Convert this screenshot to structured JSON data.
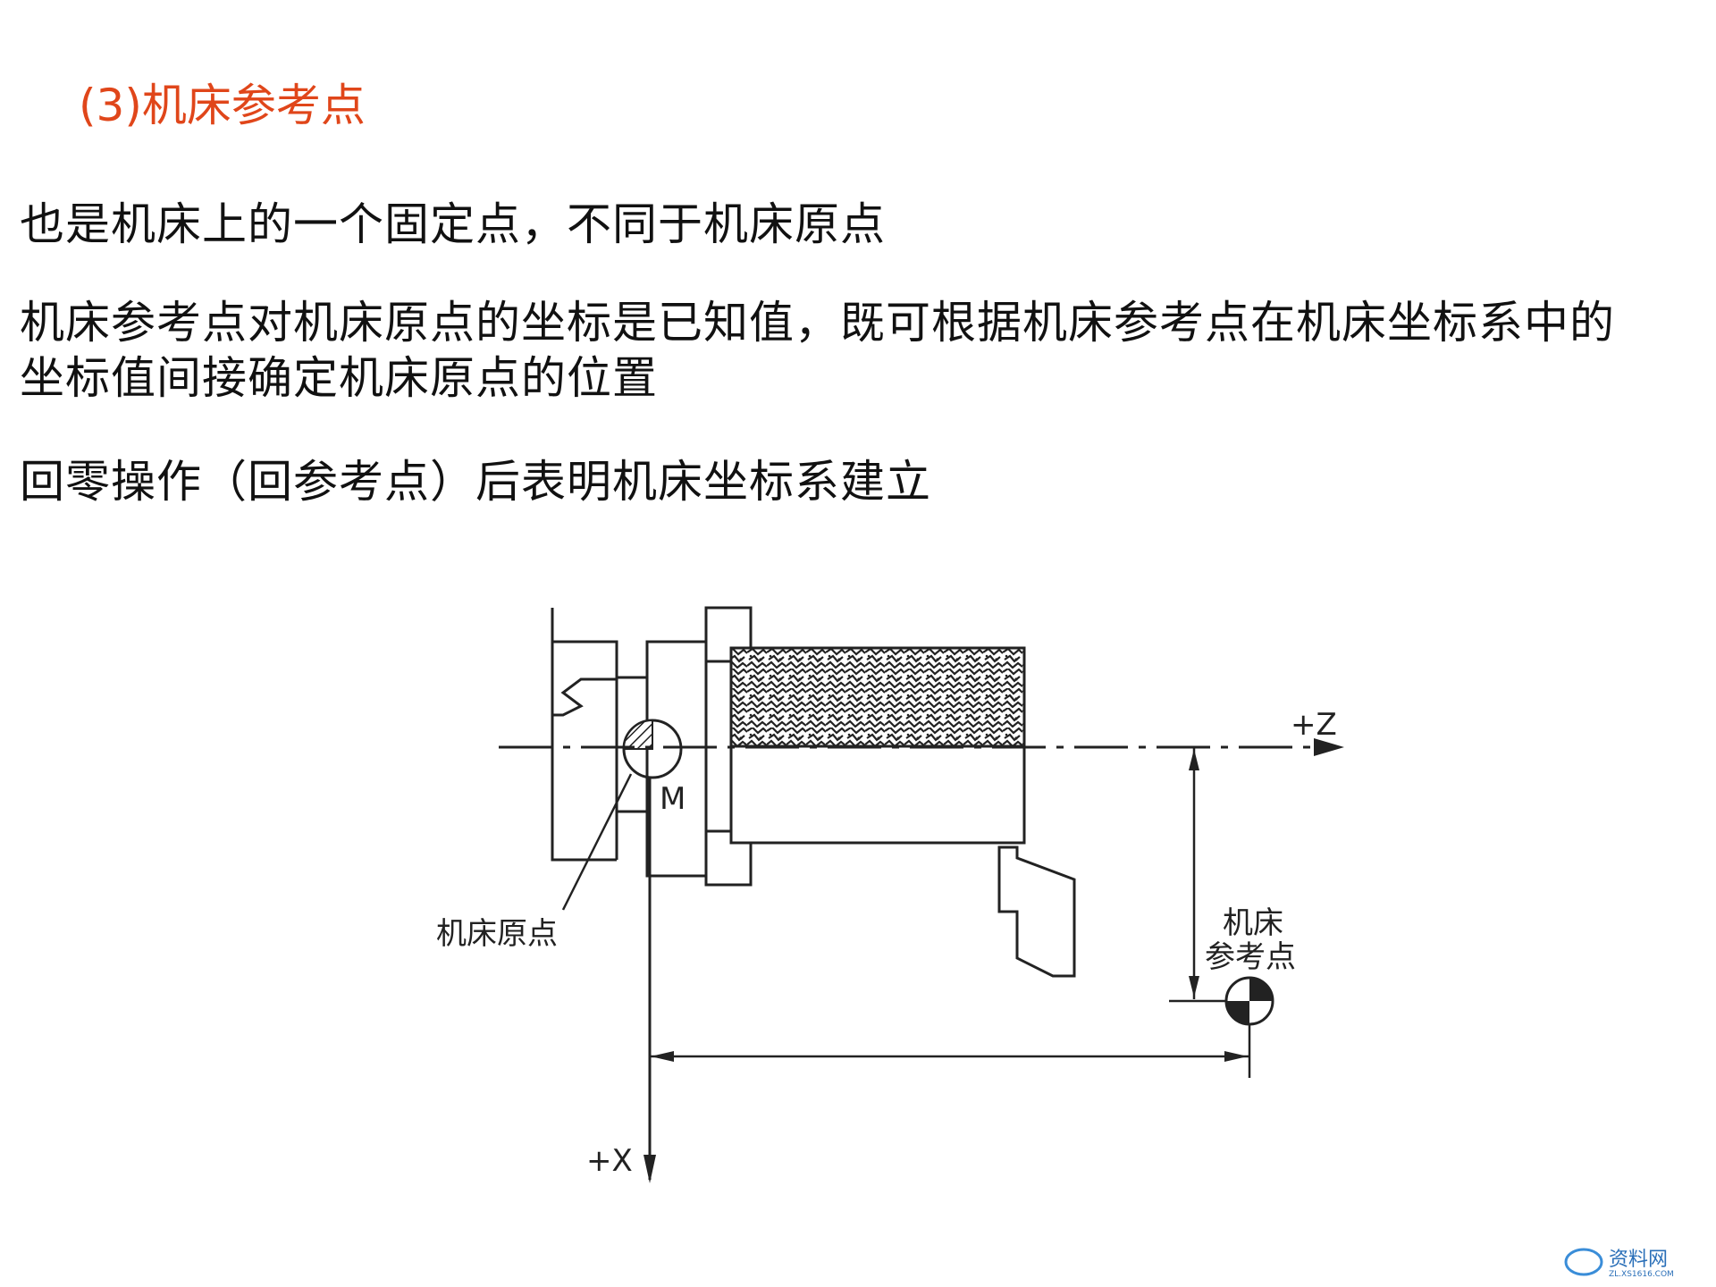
{
  "slide": {
    "title": "(3)机床参考点",
    "title_color": "#e0461a",
    "paragraph_1": "也是机床上的一个固定点，不同于机床原点",
    "paragraph_2_line_1": "机床参考点对机床原点的坐标是已知值，既可根据机床参考点在机床坐标系中的",
    "paragraph_2_line_2": "坐标值间接确定机床原点的位置",
    "paragraph_3": "回零操作（回参考点）后表明机床坐标系建立"
  },
  "diagram": {
    "z_axis_label": "+Z",
    "x_axis_label": "+X",
    "origin_marker_label": "M",
    "origin_callout": "机床原点",
    "reference_callout_line_1": "机床",
    "reference_callout_line_2": "参考点"
  },
  "watermark": {
    "text": "资料网",
    "subtext": "ZL.XS1616.COM"
  }
}
